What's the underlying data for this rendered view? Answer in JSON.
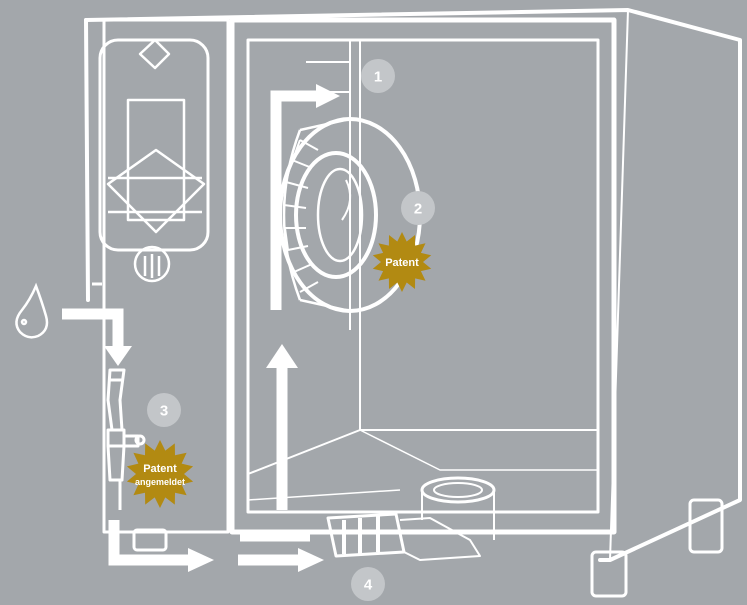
{
  "colors": {
    "background": "#a3a7ab",
    "line": "#ffffff",
    "marker": "#c3c6c9",
    "badge": "#b28a12"
  },
  "markers": [
    {
      "label": "1"
    },
    {
      "label": "2"
    },
    {
      "label": "3"
    },
    {
      "label": "4"
    }
  ],
  "badges": {
    "fan_patent": "Patent",
    "valve_patent_line1": "Patent",
    "valve_patent_line2": "angemeldet"
  },
  "icons": [
    "water-drop-icon",
    "logo-icon"
  ]
}
